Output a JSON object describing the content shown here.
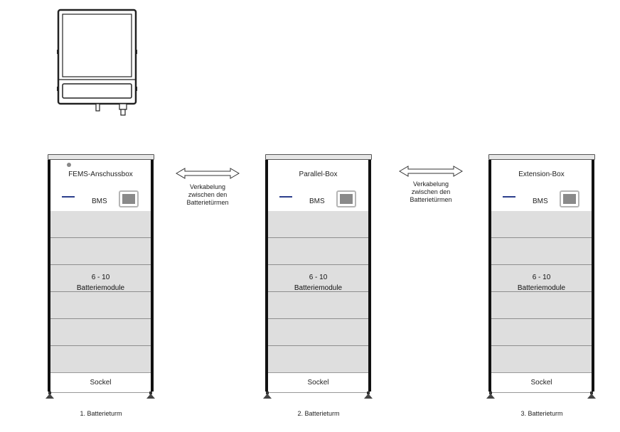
{
  "towers": [
    {
      "box_label": "FEMS-Anschussbox",
      "bms_label": "BMS",
      "modules_count": "6 - 10",
      "modules_label": "Batteriemodule",
      "base_label": "Sockel",
      "caption": "1. Batterieturm"
    },
    {
      "box_label": "Parallel-Box",
      "bms_label": "BMS",
      "modules_count": "6 - 10",
      "modules_label": "Batteriemodule",
      "base_label": "Sockel",
      "caption": "2. Batterieturm"
    },
    {
      "box_label": "Extension-Box",
      "bms_label": "BMS",
      "modules_count": "6 - 10",
      "modules_label": "Batteriemodule",
      "base_label": "Sockel",
      "caption": "3. Batterieturm"
    }
  ],
  "connections": [
    {
      "line1": "Verkabelung",
      "line2": "zwischen den",
      "line3": "Batterietürmen"
    },
    {
      "line1": "Verkabelung",
      "line2": "zwischen den",
      "line3": "Batterietürmen"
    }
  ],
  "colors": {
    "module_fill": "#dedede",
    "bms_indicator": "#2b3e8c",
    "rail": "#111111"
  },
  "icons": {
    "inverter": "inverter-icon",
    "arrow": "double-arrow-icon"
  }
}
